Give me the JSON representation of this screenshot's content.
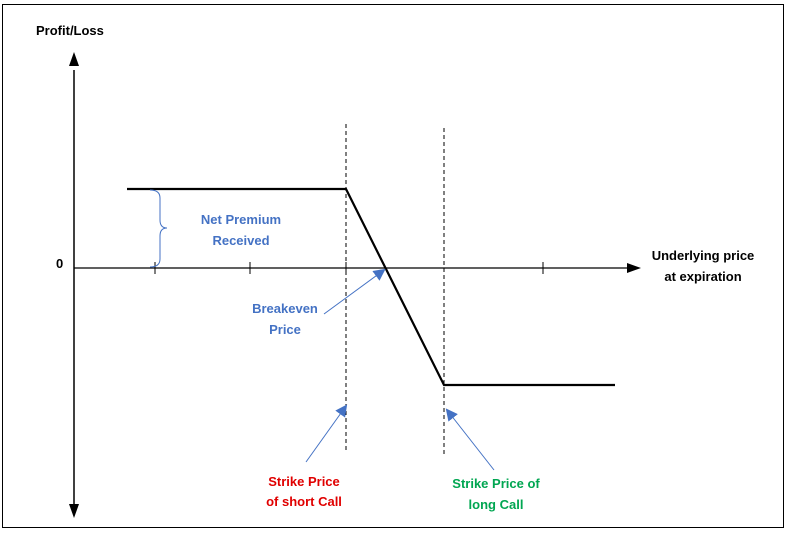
{
  "diagram": {
    "title": "",
    "y_axis_label": "Profit/Loss",
    "x_axis_label_line1": "Underlying price",
    "x_axis_label_line2": "at expiration",
    "zero_label": "0",
    "premium_label_line1": "Net Premium",
    "premium_label_line2": "Received",
    "breakeven_label_line1": "Breakeven",
    "breakeven_label_line2": "Price",
    "short_strike_label_line1": "Strike Price",
    "short_strike_label_line2": "of short Call",
    "long_strike_label_line1": "Strike Price of",
    "long_strike_label_line2": "long Call"
  },
  "colors": {
    "blue_label": "#4472C4",
    "red_label": "#E00000",
    "green_label": "#00A651",
    "axis": "#000000",
    "arrow": "#4472C4"
  }
}
